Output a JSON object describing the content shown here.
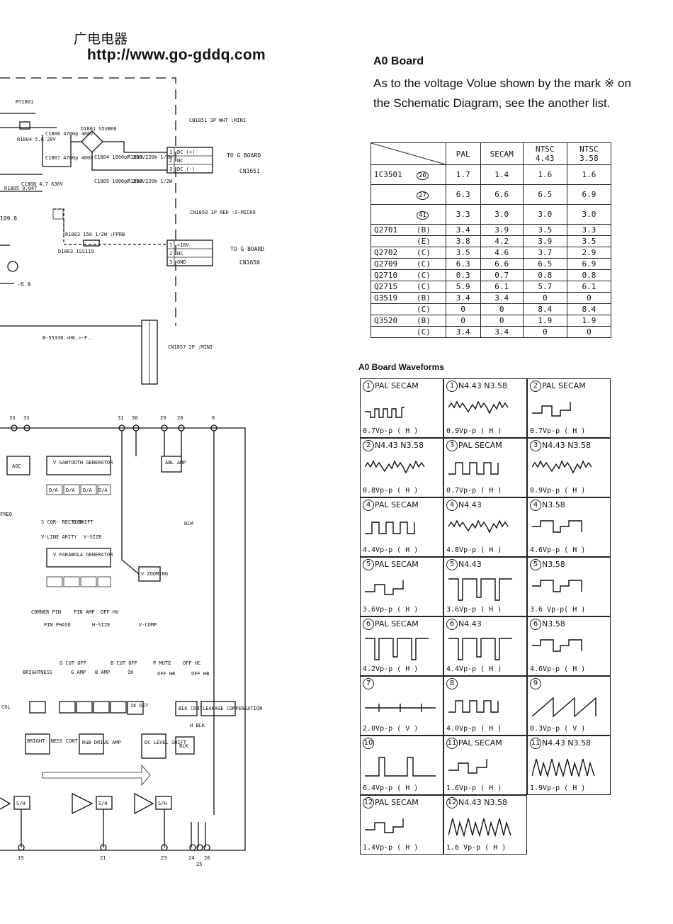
{
  "header": {
    "chinese_title": "广电电器",
    "url": "http://www.go-gddq.com"
  },
  "ao_board": {
    "title": "A0 Board",
    "note": "As to the voltage Volue shown by the mark ※ on the Schematic Diagram, see the another list.",
    "table": {
      "columns": [
        "PAL",
        "SECAM",
        "NTSC 4.43",
        "NTSC 3.58"
      ],
      "rows": [
        {
          "part": "IC3501",
          "pin": "26",
          "values": [
            "1.7",
            "1.4",
            "1.6",
            "1.6"
          ]
        },
        {
          "part": "",
          "pin": "27",
          "values": [
            "6.3",
            "6.6",
            "6.5",
            "6.9"
          ]
        },
        {
          "part": "",
          "pin": "41",
          "values": [
            "3.3",
            "3.0",
            "3.0",
            "3.0"
          ]
        },
        {
          "part": "Q2701",
          "pin": "(B)",
          "values": [
            "3.4",
            "3.9",
            "3.5",
            "3.3"
          ]
        },
        {
          "part": "",
          "pin": "(E)",
          "values": [
            "3.8",
            "4.2",
            "3.9",
            "3.5"
          ]
        },
        {
          "part": "Q2702",
          "pin": "(C)",
          "values": [
            "3.5",
            "4.6",
            "3.7",
            "2.9"
          ]
        },
        {
          "part": "Q2709",
          "pin": "(C)",
          "values": [
            "6.3",
            "6.6",
            "6.5",
            "6.9"
          ]
        },
        {
          "part": "Q2710",
          "pin": "(C)",
          "values": [
            "0.3",
            "0.7",
            "0.8",
            "0.8"
          ]
        },
        {
          "part": "Q2715",
          "pin": "(C)",
          "values": [
            "5.9",
            "6.1",
            "5.7",
            "6.1"
          ]
        },
        {
          "part": "Q3519",
          "pin": "(B)",
          "values": [
            "3.4",
            "3.4",
            "0",
            "0"
          ]
        },
        {
          "part": "",
          "pin": "(C)",
          "values": [
            "0",
            "0",
            "8.4",
            "8.4"
          ]
        },
        {
          "part": "Q3520",
          "pin": "(B)",
          "values": [
            "0",
            "0",
            "1.9",
            "1.9"
          ]
        },
        {
          "part": "",
          "pin": "(C)",
          "values": [
            "3.4",
            "3.4",
            "0",
            "0"
          ]
        }
      ]
    }
  },
  "waveforms": {
    "title": "A0 Board Waveforms",
    "cells": [
      {
        "num": "1",
        "label": "PAL SECAM",
        "amp": "0.7Vp-p ( H )",
        "shape": "pulses"
      },
      {
        "num": "1",
        "label": "N4.43 N3.58",
        "amp": "0.9Vp-p ( H )",
        "shape": "burst"
      },
      {
        "num": "2",
        "label": "PAL SECAM",
        "amp": "0.7Vp-p ( H )",
        "shape": "step"
      },
      {
        "num": "2",
        "label": "N4.43 N3.58",
        "amp": "0.8Vp-p ( H )",
        "shape": "burst"
      },
      {
        "num": "3",
        "label": "PAL SECAM",
        "amp": "0.7Vp-p ( H )",
        "shape": "square"
      },
      {
        "num": "3",
        "label": "N4.43 N3.58",
        "amp": "0.9Vp-p ( H )",
        "shape": "burst"
      },
      {
        "num": "4",
        "label": "PAL SECAM",
        "amp": "4.4Vp-p ( H )",
        "shape": "square"
      },
      {
        "num": "4",
        "label": "N4.43",
        "amp": "4.8Vp-p ( H )",
        "shape": "burst"
      },
      {
        "num": "4",
        "label": "N3.58",
        "amp": "4.6Vp-p ( H )",
        "shape": "block"
      },
      {
        "num": "5",
        "label": "PAL SECAM",
        "amp": "3.6Vp-p ( H )",
        "shape": "step"
      },
      {
        "num": "5",
        "label": "N4.43",
        "amp": "3.6Vp-p ( H )",
        "shape": "tall"
      },
      {
        "num": "5",
        "label": "N3.58",
        "amp": "3.6 Vp-p( H )",
        "shape": "block"
      },
      {
        "num": "6",
        "label": "PAL SECAM",
        "amp": "4.2Vp-p ( H )",
        "shape": "tall"
      },
      {
        "num": "6",
        "label": "N4.43",
        "amp": "4.4Vp-p ( H )",
        "shape": "tall"
      },
      {
        "num": "6",
        "label": "N3.58",
        "amp": "4.6Vp-p ( H )",
        "shape": "block"
      },
      {
        "num": "7",
        "label": "",
        "amp": "2.0Vp-p ( V )",
        "shape": "flat"
      },
      {
        "num": "8",
        "label": "",
        "amp": "4.0Vp-p ( H )",
        "shape": "square"
      },
      {
        "num": "9",
        "label": "",
        "amp": "0.3Vp-p ( V )",
        "shape": "saw"
      },
      {
        "num": "10",
        "label": "",
        "amp": "6.4Vp-p ( H )",
        "shape": "spikes"
      },
      {
        "num": "11",
        "label": "PAL SECAM",
        "amp": "1.6Vp-p ( H )",
        "shape": "step"
      },
      {
        "num": "11",
        "label": "N4.43 N3.58",
        "amp": "1.9Vp-p ( H )",
        "shape": "sawburst"
      },
      {
        "num": "12",
        "label": "PAL SECAM",
        "amp": "1.4Vp-p ( H )",
        "shape": "step"
      },
      {
        "num": "12",
        "label": "N4.43 N3.58",
        "amp": "1.6 Vp-p ( H )",
        "shape": "sawburst"
      }
    ]
  },
  "schematic": {
    "connector_labels": {
      "cn1851": "CN1851 3P WHT :MINI",
      "to_g_board_1": "TO G BOARD",
      "cn1651": "CN1651",
      "cn1850": "CN1850 3P RED :S-MICRO",
      "to_g_board_2": "TO G BOARD",
      "cn1650": "CN1650",
      "cn1857": "CN1857 2P :MINI",
      "board_code": "B-55336.<HK.>-F.."
    },
    "pins_top": [
      "1",
      "2",
      "3"
    ],
    "pins_top_names": [
      "DC (+)",
      "NC",
      "DC (-)"
    ],
    "pins_bottom_names": [
      "+18V",
      "NC",
      "GND"
    ],
    "parts": {
      "ry1801": "RY1801",
      "d1801": "D1801 S5VB60",
      "d1803": "D1803 1SS119",
      "r1803": "R1803 150 1/2W :FPRB",
      "r1801": "R1801 220k 1/2W",
      "r1802": "R1802 220k 1/2W",
      "c1804": "C1804 1000pF 250V",
      "c1805": "C1805 1000pF 250V",
      "c1806": "C1806 4700p 400V",
      "c1807": "C1807 4700p 400V",
      "r1804": "R1804 5.6 20V",
      "r1805": "R1805 0.047",
      "c1808": "C1808 4.7 630V",
      "v_109": "109.8",
      "v_69": "-6.9"
    },
    "blocks": {
      "agc": "AGC",
      "v_sawtooth": "V SAWTOOTH GENERATOR",
      "v_parabola": "V PARABOLA GENERATOR",
      "abl_amp": "ABL AMP",
      "v_zooming": "V ZOOMING",
      "da": "D/A",
      "blk_cont": "BLK CONT",
      "leakage": "LEAKAGE COMPENSATION",
      "rgb_drive": "RGB DRIVE AMP",
      "dc_level": "DC LEVEL SHIFT",
      "blk": "BLK",
      "ik_det": "IK DET",
      "brightness_cont": "BRIGHT- NESS CONT",
      "sh": "S/H"
    },
    "signal_labels": {
      "s_correction": "S COR- RECTION",
      "v_shift": "V-SHIFT",
      "v_line_arity": "V-LINE ARITY",
      "v_size": "V-SIZE",
      "corner_pin": "CORNER PIN",
      "pin_amp": "PIN AMP",
      "off_hv": "OFF HV",
      "pin_phase": "PIN PHASE",
      "h_size": "H-SIZE",
      "v_comp": "V-COMP",
      "blm": "BLM",
      "brightness": "BRIGHTNESS",
      "g_cut_off": "G CUT OFF",
      "g_amp": "G AMP",
      "b_amp": "B AMP",
      "b_cut_off": "B CUT OFF",
      "ik": "IK",
      "p_mute": "P MUTE",
      "off_hc": "OFF HC",
      "off_hr": "OFF HR",
      "off_hb": "OFF HB",
      "h_blk": "H BLK",
      "freq": "FREQ",
      "col": "COL",
      "pins_top_ic": [
        "33",
        "33",
        "31",
        "30",
        "29",
        "28",
        "8"
      ],
      "pins_bottom_ic": [
        "19",
        "21",
        "23",
        "24",
        "25",
        "26"
      ]
    }
  }
}
